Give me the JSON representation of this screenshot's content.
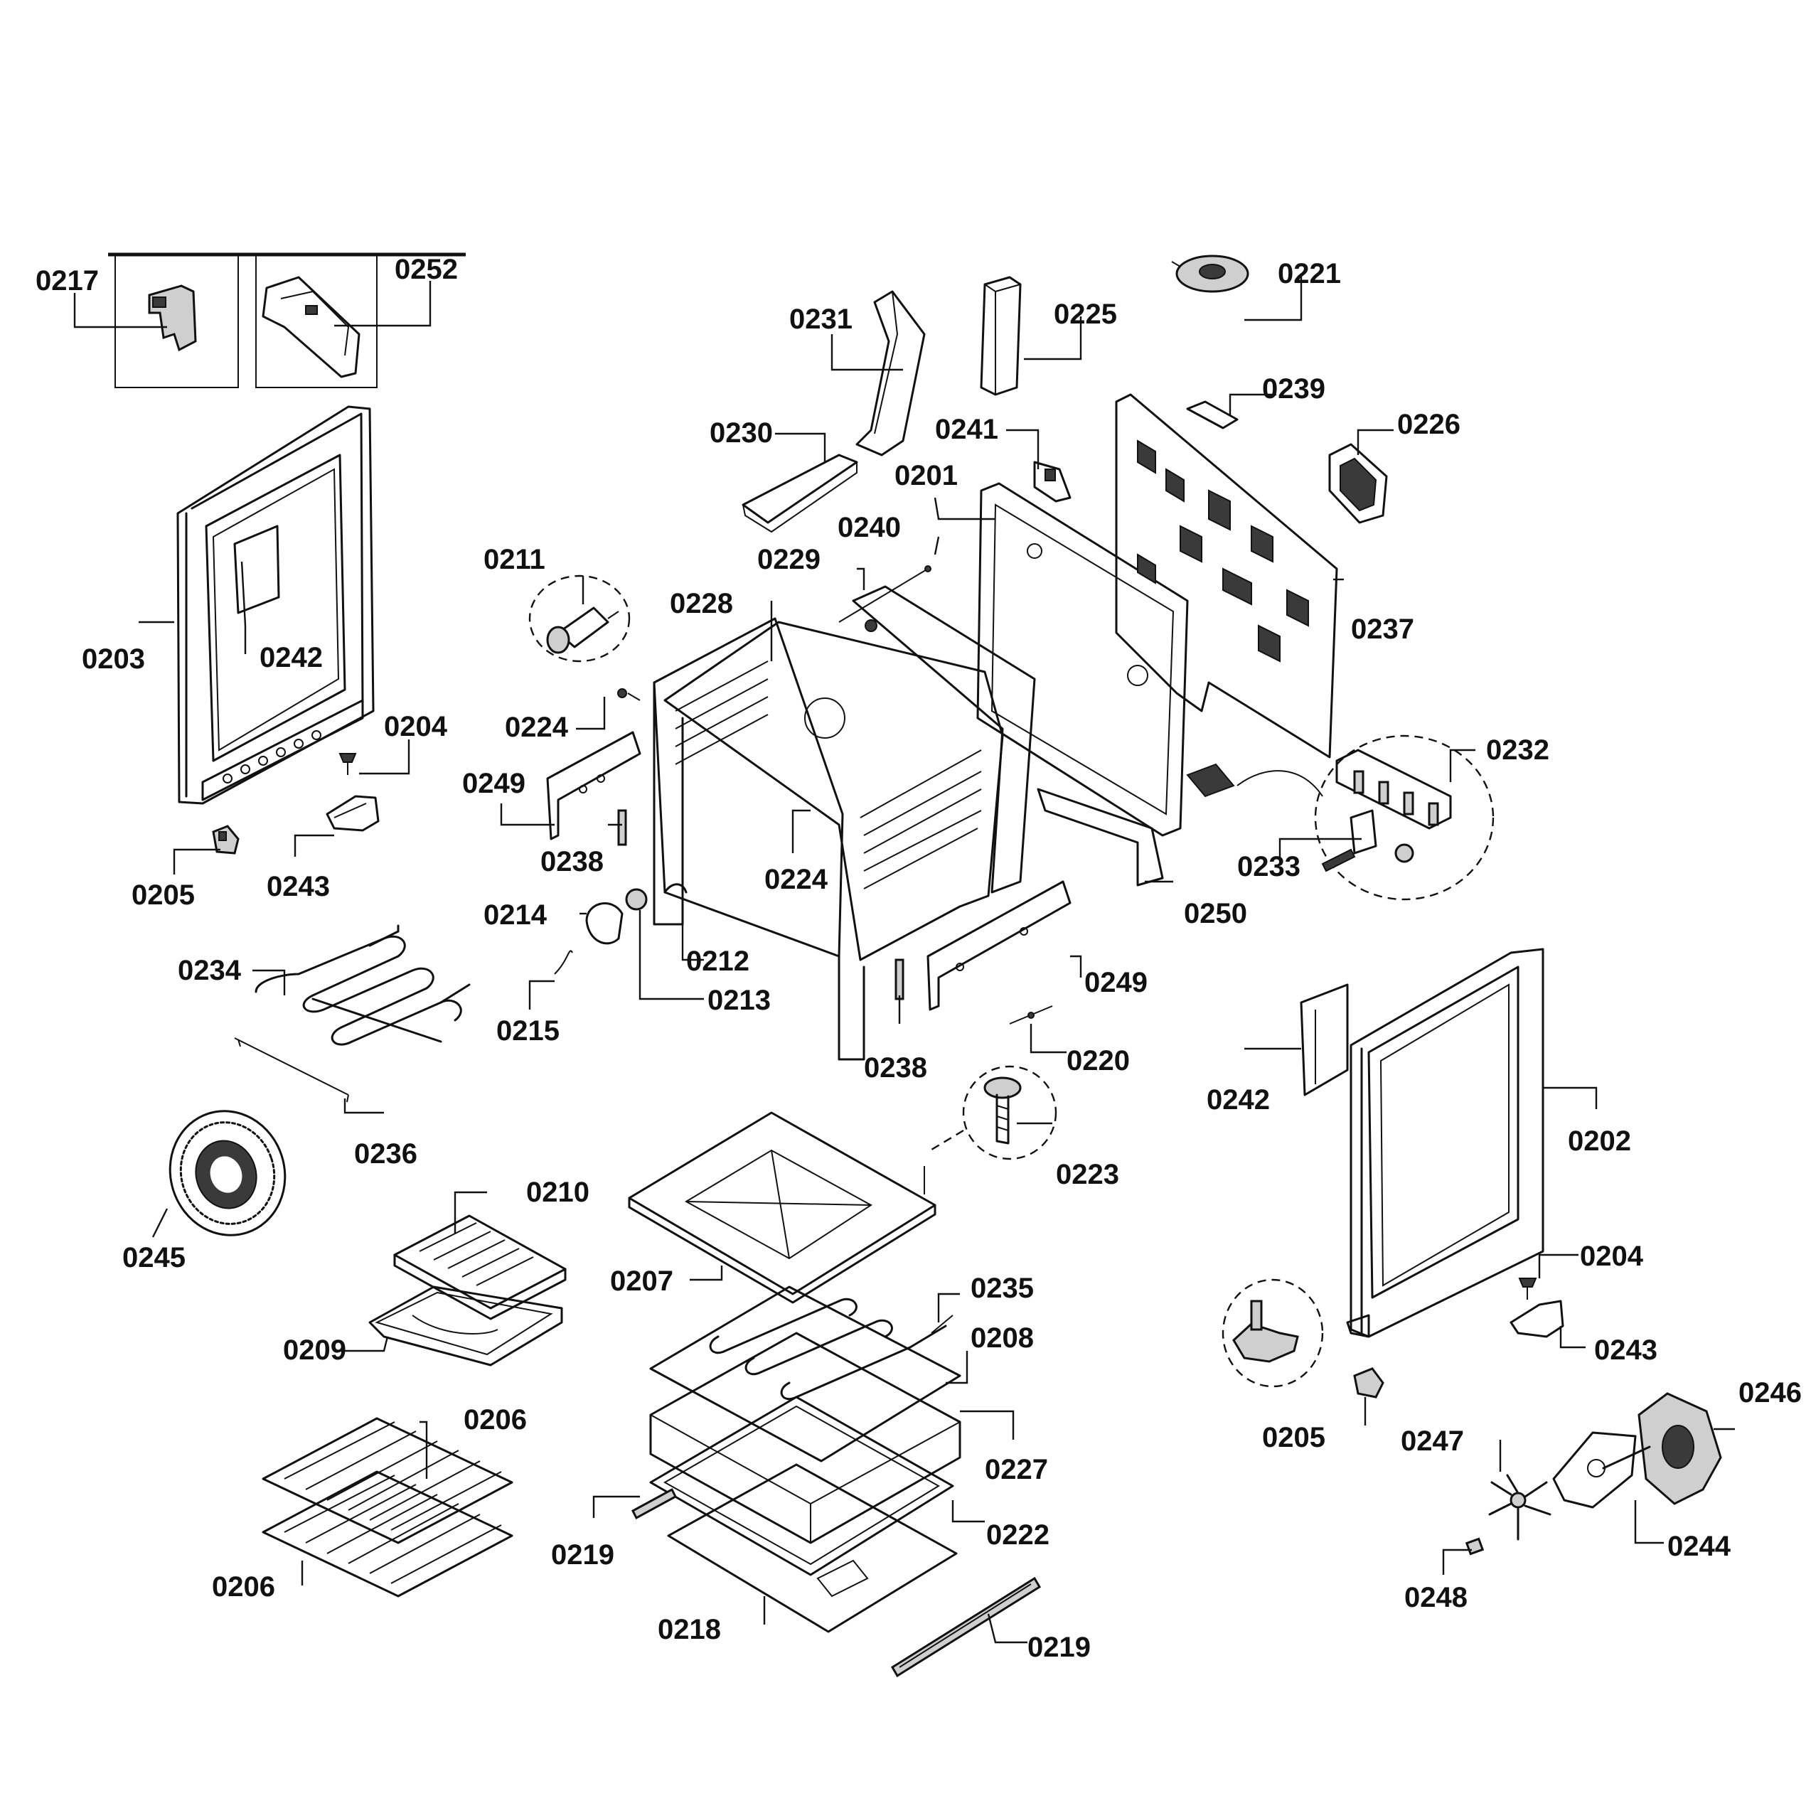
{
  "labels": {
    "l0217": "0217",
    "l0252": "0252",
    "l0203": "0203",
    "l0242a": "0242",
    "l0204a": "0204",
    "l0205a": "0205",
    "l0243a": "0243",
    "l0234": "0234",
    "l0236": "0236",
    "l0245": "0245",
    "l0210": "0210",
    "l0209": "0209",
    "l0206a": "0206",
    "l0206b": "0206",
    "l0231": "0231",
    "l0230": "0230",
    "l0211": "0211",
    "l0224a": "0224",
    "l0249a": "0249",
    "l0238a": "0238",
    "l0214": "0214",
    "l0215": "0215",
    "l0213": "0213",
    "l0212": "0212",
    "l0228": "0228",
    "l0229": "0229",
    "l0240": "0240",
    "l0224b": "0224",
    "l0238b": "0238",
    "l0249b": "0249",
    "l0225": "0225",
    "l0241": "0241",
    "l0201": "0201",
    "l0221": "0221",
    "l0239": "0239",
    "l0226": "0226",
    "l0237": "0237",
    "l0232": "0232",
    "l0233": "0233",
    "l0250": "0250",
    "l0220": "0220",
    "l0223": "0223",
    "l0207": "0207",
    "l0235": "0235",
    "l0208": "0208",
    "l0227": "0227",
    "l0222": "0222",
    "l0219a": "0219",
    "l0218": "0218",
    "l0219b": "0219",
    "l0242b": "0242",
    "l0202": "0202",
    "l0204b": "0204",
    "l0243b": "0243",
    "l0205b": "0205",
    "l0246": "0246",
    "l0247": "0247",
    "l0244": "0244",
    "l0248": "0248"
  }
}
